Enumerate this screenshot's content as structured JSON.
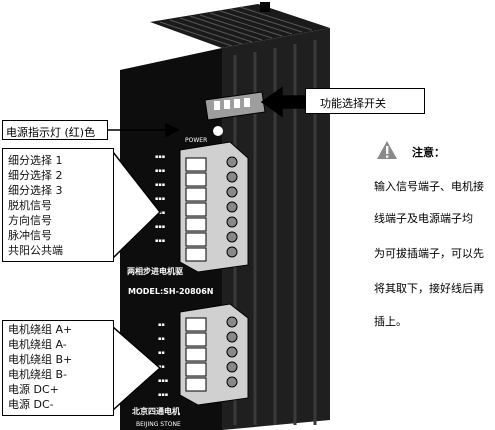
{
  "callouts": {
    "power_indicator": "电源指示灯 (红)色",
    "function_switch": "功能选择开关"
  },
  "signal_labels": [
    "细分选择 1",
    "细分选择 2",
    "细分选择 3",
    "脱机信号",
    "方向信号",
    "脉冲信号",
    "共阳公共端"
  ],
  "motor_labels": [
    "电机绕组 A+",
    "电机绕组 A-",
    "电机绕组 B+",
    "电机绕组 B-",
    "电源 DC+",
    "电源 DC-"
  ],
  "note": {
    "title": "注意：",
    "lines": [
      "输入信号端子、电机接",
      "线端子及电源端子均",
      "为可拔插端子，可以先",
      "将其取下，接好线后再",
      "插上。"
    ]
  },
  "device": {
    "power_label": "POWER",
    "model_cn": "两相步进电机驱",
    "model": "MODEL:SH-20806N",
    "maker_cn": "北京四通电机",
    "maker_en": "BEIJING STONE"
  },
  "colors": {
    "device_body": "#0d0d0d",
    "panel_light": "#cfcfcf",
    "arrow": "#000000"
  }
}
